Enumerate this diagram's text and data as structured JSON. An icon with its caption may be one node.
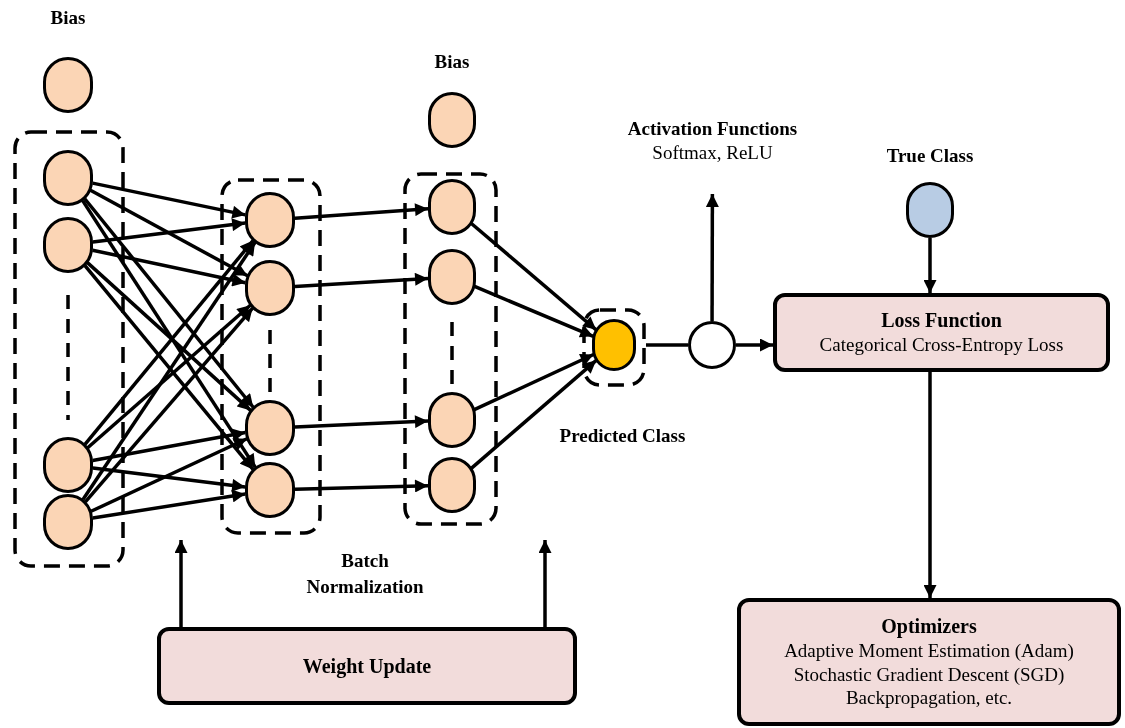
{
  "diagram": {
    "nodes": [
      {
        "text": [
          "Bias"
        ]
      },
      {
        "text": [],
        "shape": "box"
      },
      {
        "text": [],
        "shape": "circle",
        "in": 1
      },
      {
        "text": [],
        "shape": "circle",
        "in": 1
      },
      {
        "text": [],
        "shape": "circle",
        "in": 1
      },
      {
        "text": [],
        "shape": "circle",
        "in": 1
      },
      {
        "text": [],
        "shape": "box"
      },
      {
        "text": [],
        "shape": "circle",
        "in": 6
      },
      {
        "text": [],
        "shape": "circle",
        "in": 6
      },
      {
        "text": [],
        "shape": "circle",
        "in": 6
      },
      {
        "text": [],
        "shape": "circle",
        "in": 6
      },
      {
        "text": [
          "Bias"
        ]
      },
      {
        "text": [],
        "shape": "box"
      },
      {
        "text": [],
        "shape": "circle",
        "in": 12
      },
      {
        "text": [],
        "shape": "circle",
        "in": 12
      },
      {
        "text": [],
        "shape": "circle",
        "in": 12
      },
      {
        "text": [],
        "shape": "circle",
        "in": 12
      },
      {
        "text": [],
        "shape": "box",
        "beside": [
          "Predicted Class"
        ]
      },
      {
        "text": [],
        "shape": "circle",
        "in": 17
      },
      {
        "text": [],
        "shape": "circle"
      },
      {
        "text": [
          "Activation Functions",
          "Softmax, ReLU"
        ]
      },
      {
        "text": [
          "True Class"
        ]
      },
      {
        "text": [
          "Loss Function",
          "Categorical Cross-Entropy Loss"
        ]
      },
      {
        "text": [
          "Optimizers",
          "Adaptive Moment Estimation (Adam)",
          "Stochastic Gradient Descent (SGD)",
          "Backpropagation, etc."
        ]
      },
      {
        "text": [
          "Weight Update"
        ]
      }
    ],
    "edges": [
      {
        "from": 2,
        "to": 7,
        "arrow": "to"
      },
      {
        "from": 2,
        "to": 8,
        "arrow": "to"
      },
      {
        "from": 2,
        "to": 9,
        "arrow": "to"
      },
      {
        "from": 2,
        "to": 10,
        "arrow": "to"
      },
      {
        "from": 3,
        "to": 7,
        "arrow": "to"
      },
      {
        "from": 3,
        "to": 8,
        "arrow": "to"
      },
      {
        "from": 3,
        "to": 9,
        "arrow": "to"
      },
      {
        "from": 3,
        "to": 10,
        "arrow": "to"
      },
      {
        "from": 4,
        "to": 7,
        "arrow": "to"
      },
      {
        "from": 4,
        "to": 8,
        "arrow": "to"
      },
      {
        "from": 4,
        "to": 9,
        "arrow": "to"
      },
      {
        "from": 4,
        "to": 10,
        "arrow": "to"
      },
      {
        "from": 5,
        "to": 7,
        "arrow": "to"
      },
      {
        "from": 5,
        "to": 8,
        "arrow": "to"
      },
      {
        "from": 5,
        "to": 9,
        "arrow": "to"
      },
      {
        "from": 5,
        "to": 10,
        "arrow": "to"
      },
      {
        "from": 7,
        "to": 13,
        "arrow": "to"
      },
      {
        "from": 8,
        "to": 14,
        "arrow": "to"
      },
      {
        "from": 9,
        "to": 15,
        "arrow": "to"
      },
      {
        "from": 10,
        "to": 16,
        "arrow": "to"
      },
      {
        "from": 13,
        "to": 18,
        "arrow": "to"
      },
      {
        "from": 14,
        "to": 18,
        "arrow": "to"
      },
      {
        "from": 15,
        "to": 18,
        "arrow": "to"
      },
      {
        "from": 16,
        "to": 18,
        "arrow": "to"
      },
      {
        "from": 17,
        "to": 19,
        "arrow": "none"
      },
      {
        "from": 19,
        "to": 20,
        "arrow": "to"
      },
      {
        "from": 19,
        "to": 22,
        "arrow": "to"
      },
      {
        "from": 21,
        "to": 22,
        "arrow": "to"
      },
      {
        "from": 22,
        "to": 23,
        "arrow": "to"
      },
      {
        "from": 24,
        "to": null,
        "arrow": "to"
      },
      {
        "from": 24,
        "to": null,
        "arrow": "to"
      }
    ],
    "labels": [
      "Batch Normalization"
    ]
  }
}
